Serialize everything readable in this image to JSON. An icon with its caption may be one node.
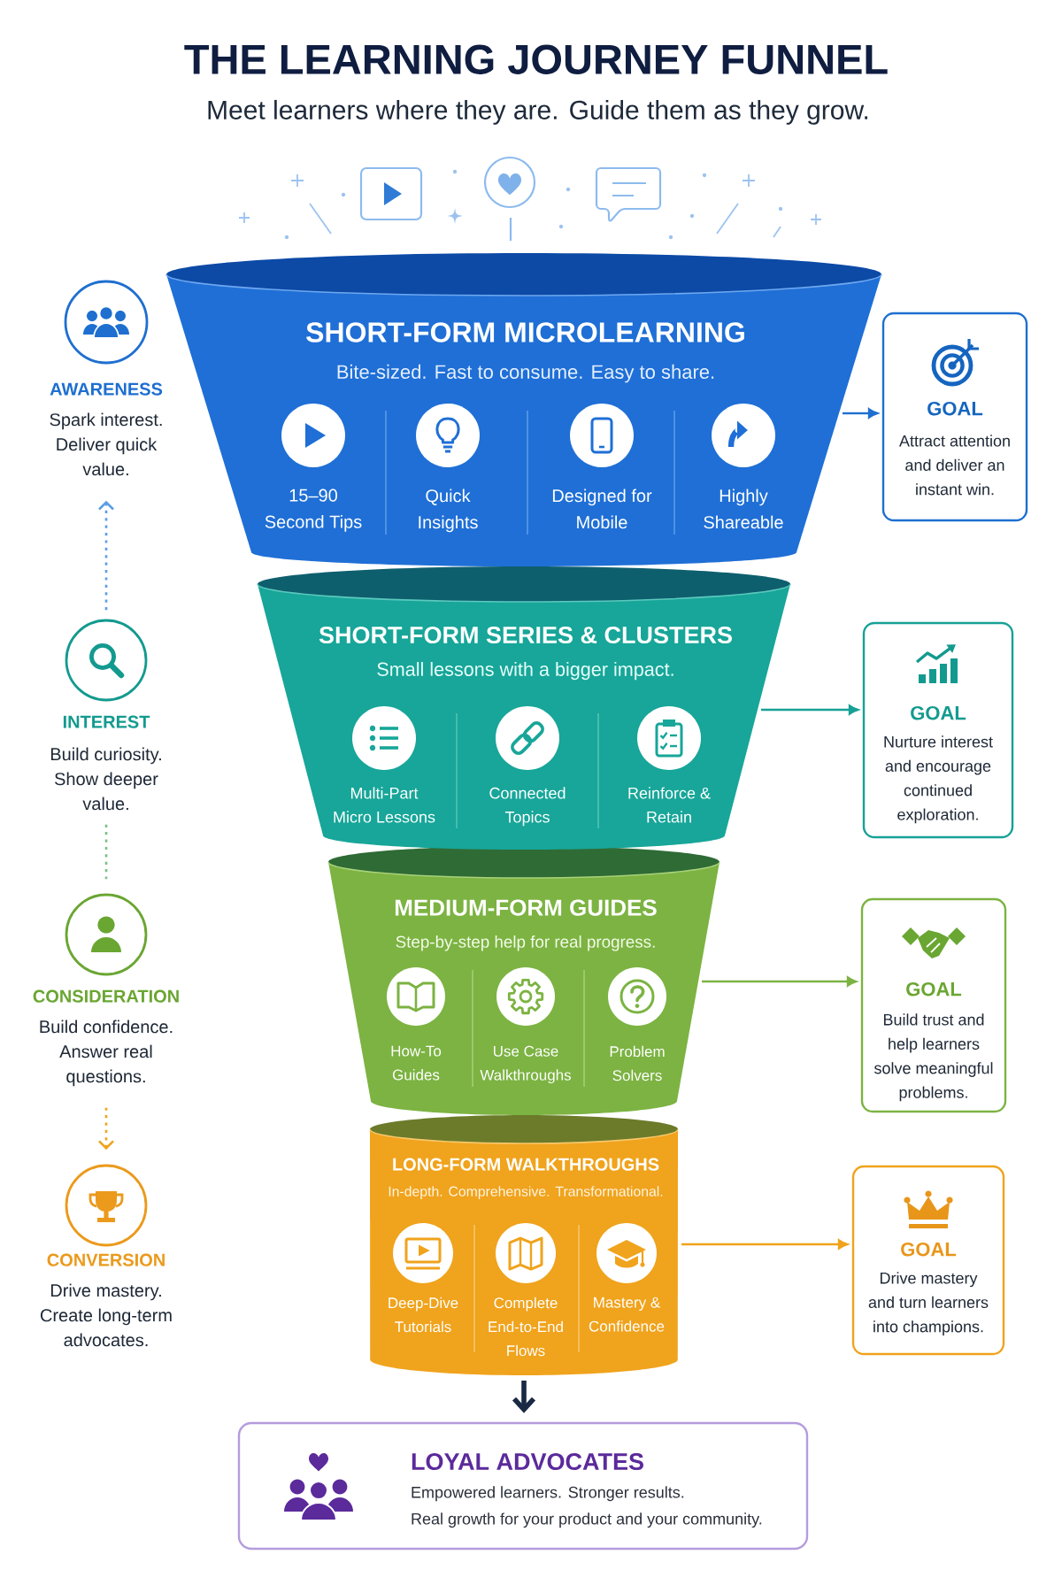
{
  "diagram": {
    "title": "THE LEARNING JOURNEY FUNNEL",
    "nodes": [
      {
        "text": [
          "AWARENESS",
          "Spark interest. Deliver quick value."
        ]
      },
      {
        "text": [
          "SHORT-FORM MICROLEARNING",
          "Bite-sized. Fast to consume. Easy to share."
        ]
      },
      {
        "text": [
          "15–90 Second Tips"
        ],
        "in": 1
      },
      {
        "text": [
          "Quick Insights"
        ],
        "in": 1
      },
      {
        "text": [
          "Designed for Mobile"
        ],
        "in": 1
      },
      {
        "text": [
          "Highly Shareable"
        ],
        "in": 1
      },
      {
        "text": [
          "GOAL",
          "Attract attention and deliver an instant win."
        ]
      },
      {
        "text": [
          "INTEREST",
          "Build curiosity. Show deeper value."
        ]
      },
      {
        "text": [
          "SHORT-FORM SERIES & CLUSTERS",
          "Small lessons with a bigger impact."
        ]
      },
      {
        "text": [
          "Multi-Part Micro Lessons"
        ],
        "in": 8
      },
      {
        "text": [
          "Connected Topics"
        ],
        "in": 8
      },
      {
        "text": [
          "Reinforce & Retain"
        ],
        "in": 8
      },
      {
        "text": [
          "GOAL",
          "Nurture interest and encourage continued exploration."
        ]
      },
      {
        "text": [
          "CONSIDERATION",
          "Build confidence. Answer real questions."
        ]
      },
      {
        "text": [
          "MEDIUM-FORM GUIDES",
          "Step-by-step help for real progress."
        ]
      },
      {
        "text": [
          "How-To Guides"
        ],
        "in": 14
      },
      {
        "text": [
          "Use Case Walkthroughs"
        ],
        "in": 14
      },
      {
        "text": [
          "Problem Solvers"
        ],
        "in": 14
      },
      {
        "text": [
          "GOAL",
          "Build trust and help learners solve meaningful problems."
        ]
      },
      {
        "text": [
          "CONVERSION",
          "Drive mastery. Create long-term advocates."
        ]
      },
      {
        "text": [
          "LONG-FORM WALKTHROUGHS",
          "In-depth. Comprehensive. Transformational."
        ]
      },
      {
        "text": [
          "Deep-Dive Tutorials"
        ],
        "in": 20
      },
      {
        "text": [
          "Complete End-to-End Flows"
        ],
        "in": 20
      },
      {
        "text": [
          "Mastery & Confidence"
        ],
        "in": 20
      },
      {
        "text": [
          "GOAL",
          "Drive mastery and turn learners into champions."
        ]
      },
      {
        "text": [
          "LOYAL ADVOCATES",
          "Empowered learners. Stronger results.",
          "Real growth for your product and your community."
        ]
      }
    ],
    "edges": [
      {
        "from": 1,
        "to": 6,
        "arrow": "to",
        "color": "#1e6fd0"
      },
      {
        "from": 8,
        "to": 12,
        "arrow": "to",
        "color": "#17a196"
      },
      {
        "from": 14,
        "to": 18,
        "arrow": "to",
        "color": "#7cb342"
      },
      {
        "from": 20,
        "to": 24,
        "arrow": "to",
        "color": "#f0a31c"
      },
      {
        "from": 20,
        "to": 25,
        "arrow": "to",
        "style": "thick",
        "color": "#1a2a44"
      },
      {
        "from": 7,
        "to": 0,
        "arrow": "to",
        "style": "dashed",
        "color": "#5b9ee6"
      },
      {
        "from": 7,
        "to": 13,
        "arrow": "none",
        "style": "dashed",
        "color": "#7cc08a"
      },
      {
        "from": 13,
        "to": 19,
        "arrow": "to",
        "style": "dashed",
        "color": "#f0a31c"
      }
    ],
    "labels": [
      "Meet learners where they are. Guide them as they grow."
    ]
  }
}
